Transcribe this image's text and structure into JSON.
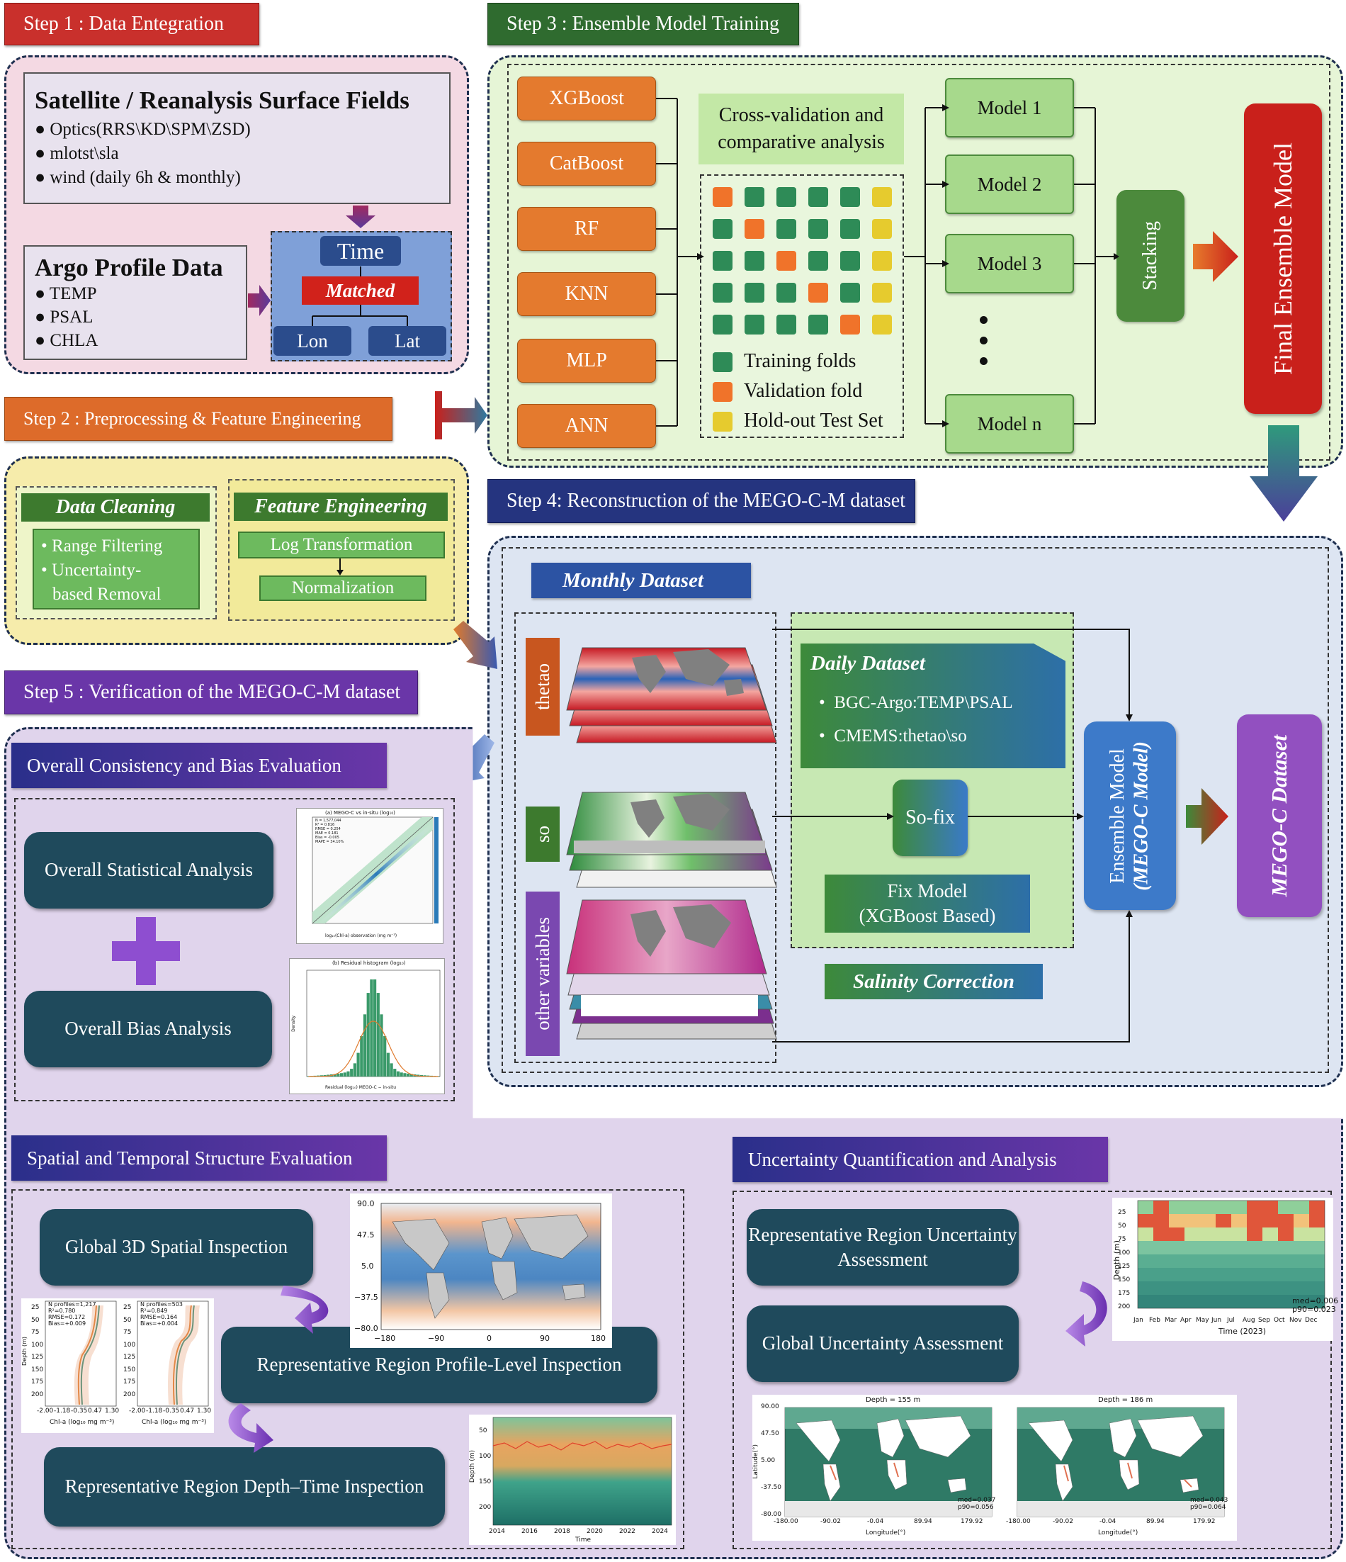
{
  "step1": {
    "title": "Step 1 : Data Entegration",
    "surface_title": "Satellite / Reanalysis Surface Fields",
    "surface_items": [
      "Optics(RRS\\KD\\SPM\\ZSD)",
      "mlotst\\sla",
      "wind (daily 6h & monthly)"
    ],
    "argo_title": "Argo Profile Data",
    "argo_items": [
      "TEMP",
      "PSAL",
      "CHLA"
    ],
    "time": "Time",
    "matched": "Matched",
    "lon": "Lon",
    "lat": "Lat"
  },
  "step2": {
    "title": "Step 2 : Preprocessing & Feature Engineering",
    "cleaning_title": "Data Cleaning",
    "cleaning_items": [
      "Range Filtering",
      "Uncertainty-",
      "based Removal"
    ],
    "feature_title": "Feature Engineering",
    "log": "Log Transformation",
    "norm": "Normalization"
  },
  "step3": {
    "title": "Step 3 : Ensemble Model Training",
    "models": [
      "XGBoost",
      "CatBoost",
      "RF",
      "KNN",
      "MLP",
      "ANN"
    ],
    "cv_title": "Cross-validation and comparative analysis",
    "legend": [
      "Training folds",
      "Validation fold",
      "Hold-out Test Set"
    ],
    "outputs": [
      "Model 1",
      "Model 2",
      "Model 3",
      "Model n"
    ],
    "stacking": "Stacking",
    "final": "Final Ensemble Model"
  },
  "step4": {
    "title": "Step 4: Reconstruction of the MEGO-C-M dataset",
    "monthly": "Monthly Dataset",
    "vars": [
      "thetao",
      "so",
      "other variables"
    ],
    "daily_title": "Daily Dataset",
    "daily_items": [
      "BGC-Argo:TEMP\\PSAL",
      "CMEMS:thetao\\so"
    ],
    "sofix": "So-fix",
    "fix_model": [
      "Fix Model",
      "(XGBoost Based)"
    ],
    "salinity": "Salinity Correction",
    "ensemble": [
      "Ensemble Model",
      "(MEGO-C Model)"
    ],
    "dataset": "MEGO-C Dataset"
  },
  "step5": {
    "title": "Step 5 : Verification of the MEGO-C-M dataset",
    "overall_title": "Overall Consistency and Bias Evaluation",
    "stat": "Overall Statistical Analysis",
    "bias": "Overall Bias Analysis",
    "spatial_title": "Spatial and Temporal Structure Evaluation",
    "global3d": "Global 3D Spatial Inspection",
    "profile": "Representative Region Profile-Level Inspection",
    "depthtime": "Representative Region Depth–Time Inspection",
    "uncert_title": "Uncertainty Quantification and Analysis",
    "rep_uncert": [
      "Representative Region Uncertainty",
      "Assessment"
    ],
    "global_uncert": "Global Uncertainty Assessment"
  },
  "mini": {
    "scatter_title": "(a) MEGO-C vs in-situ (log₁₀)",
    "scatter_stats": [
      "N = 1,577,044",
      "R² = 0.816",
      "RMSE = 0.254",
      "MAE = 0.181",
      "Bias = -0.005",
      "MAPE = 34.10%"
    ],
    "scatter_xlabel": "log₁₀(Chl-a) observation (mg m⁻³)",
    "hist_title": "(b) Residual histogram (log₁₀)",
    "hist_xlabel": "Residual (log₁₀) MEGO-C − in-situ",
    "hist_ylabel": "Density",
    "map_lat_ticks": [
      "90.0",
      "47.5",
      "5.0",
      "−37.5",
      "−80.0"
    ],
    "map_lon_ticks": [
      "−180",
      "−90",
      "0",
      "90",
      "180"
    ],
    "profile_stats_a": [
      "N profiles=1,217",
      "R²=0.780",
      "RMSE=0.172",
      "Bias=+0.009"
    ],
    "profile_stats_b": [
      "N profiles=503",
      "R²=0.849",
      "RMSE=0.164",
      "Bias=+0.004"
    ],
    "profile_xticks": [
      "-2.00",
      "-1.18",
      "-0.35",
      "0.47",
      "1.30"
    ],
    "profile_yticks": [
      "25",
      "50",
      "75",
      "100",
      "125",
      "150",
      "175",
      "200"
    ],
    "profile_xlabel": "Chl-a (log₁₀ mg m⁻³)",
    "profile_ylabel": "Depth (m)",
    "dt_years": [
      "2014",
      "2016",
      "2018",
      "2020",
      "2022",
      "2024"
    ],
    "dt_depths": [
      "50",
      "100",
      "150",
      "200"
    ],
    "dt_xlabel": "Time",
    "dt_ylabel": "Depth (m)",
    "heat_months": [
      "Jan",
      "Feb",
      "Mar",
      "Apr",
      "May",
      "Jun",
      "Jul",
      "Aug",
      "Sep",
      "Oct",
      "Nov",
      "Dec"
    ],
    "heat_depths": [
      "25",
      "50",
      "75",
      "100",
      "125",
      "150",
      "175",
      "200"
    ],
    "heat_xlabel": "Time (2023)",
    "heat_ylabel": "Depth (m)",
    "heat_stats": [
      "med=0.006",
      "p90=0.023"
    ],
    "umap_titles": [
      "Depth = 155 m",
      "Depth = 186 m"
    ],
    "umap_stats_a": [
      "med=0.037",
      "p90=0.056"
    ],
    "umap_stats_b": [
      "med=0.043",
      "p90=0.064"
    ],
    "umap_lat": [
      "90.00",
      "47.50",
      "5.00",
      "-37.50",
      "-80.00"
    ],
    "umap_lon": [
      "-180.00",
      "-90.02",
      "-0.04",
      "89.94",
      "179.92"
    ],
    "umap_xlabel": "Longitude(°)",
    "umap_ylabel": "Latitude(°)"
  },
  "colors": {
    "step1": "#c9302c",
    "step2": "#dd6b2a",
    "step3": "#2f6b2f",
    "step4": "#25347f",
    "step5": "#6a36a8",
    "train": "#2e8b57",
    "valid": "#f0732a",
    "test": "#e6cb2e"
  }
}
